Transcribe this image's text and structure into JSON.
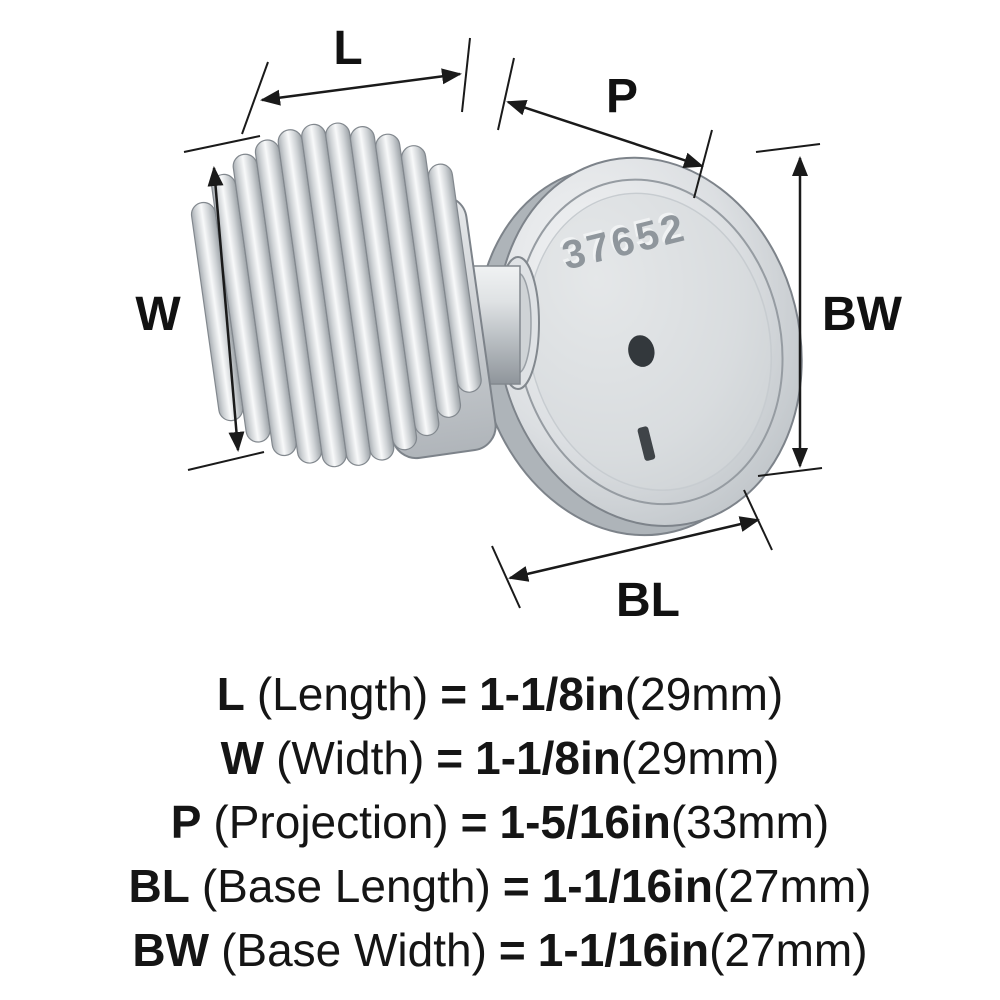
{
  "figure": {
    "model_number": "37652",
    "labels": {
      "length": "L",
      "projection": "P",
      "width": "W",
      "base_width": "BW",
      "base_length": "BL"
    }
  },
  "legend": {
    "rows": [
      {
        "symbol": "L",
        "name": "(Length)",
        "equals": "=",
        "value": "1-1/8in",
        "metric": "(29mm)"
      },
      {
        "symbol": "W",
        "name": "(Width)",
        "equals": "=",
        "value": "1-1/8in",
        "metric": "(29mm)"
      },
      {
        "symbol": "P",
        "name": "(Projection)",
        "equals": "=",
        "value": "1-5/16in",
        "metric": "(33mm)"
      },
      {
        "symbol": "BL",
        "name": "(Base Length)",
        "equals": "=",
        "value": "1-1/16in",
        "metric": "(27mm)"
      },
      {
        "symbol": "BW",
        "name": "(Base Width)",
        "equals": "=",
        "value": "1-1/16in",
        "metric": "(27mm)"
      }
    ]
  },
  "colors": {
    "line": "#1a1a1a",
    "metal_light": "#f4f5f6",
    "metal_mid": "#cfd3d6",
    "metal_dark": "#8f959b",
    "background": "#ffffff"
  }
}
